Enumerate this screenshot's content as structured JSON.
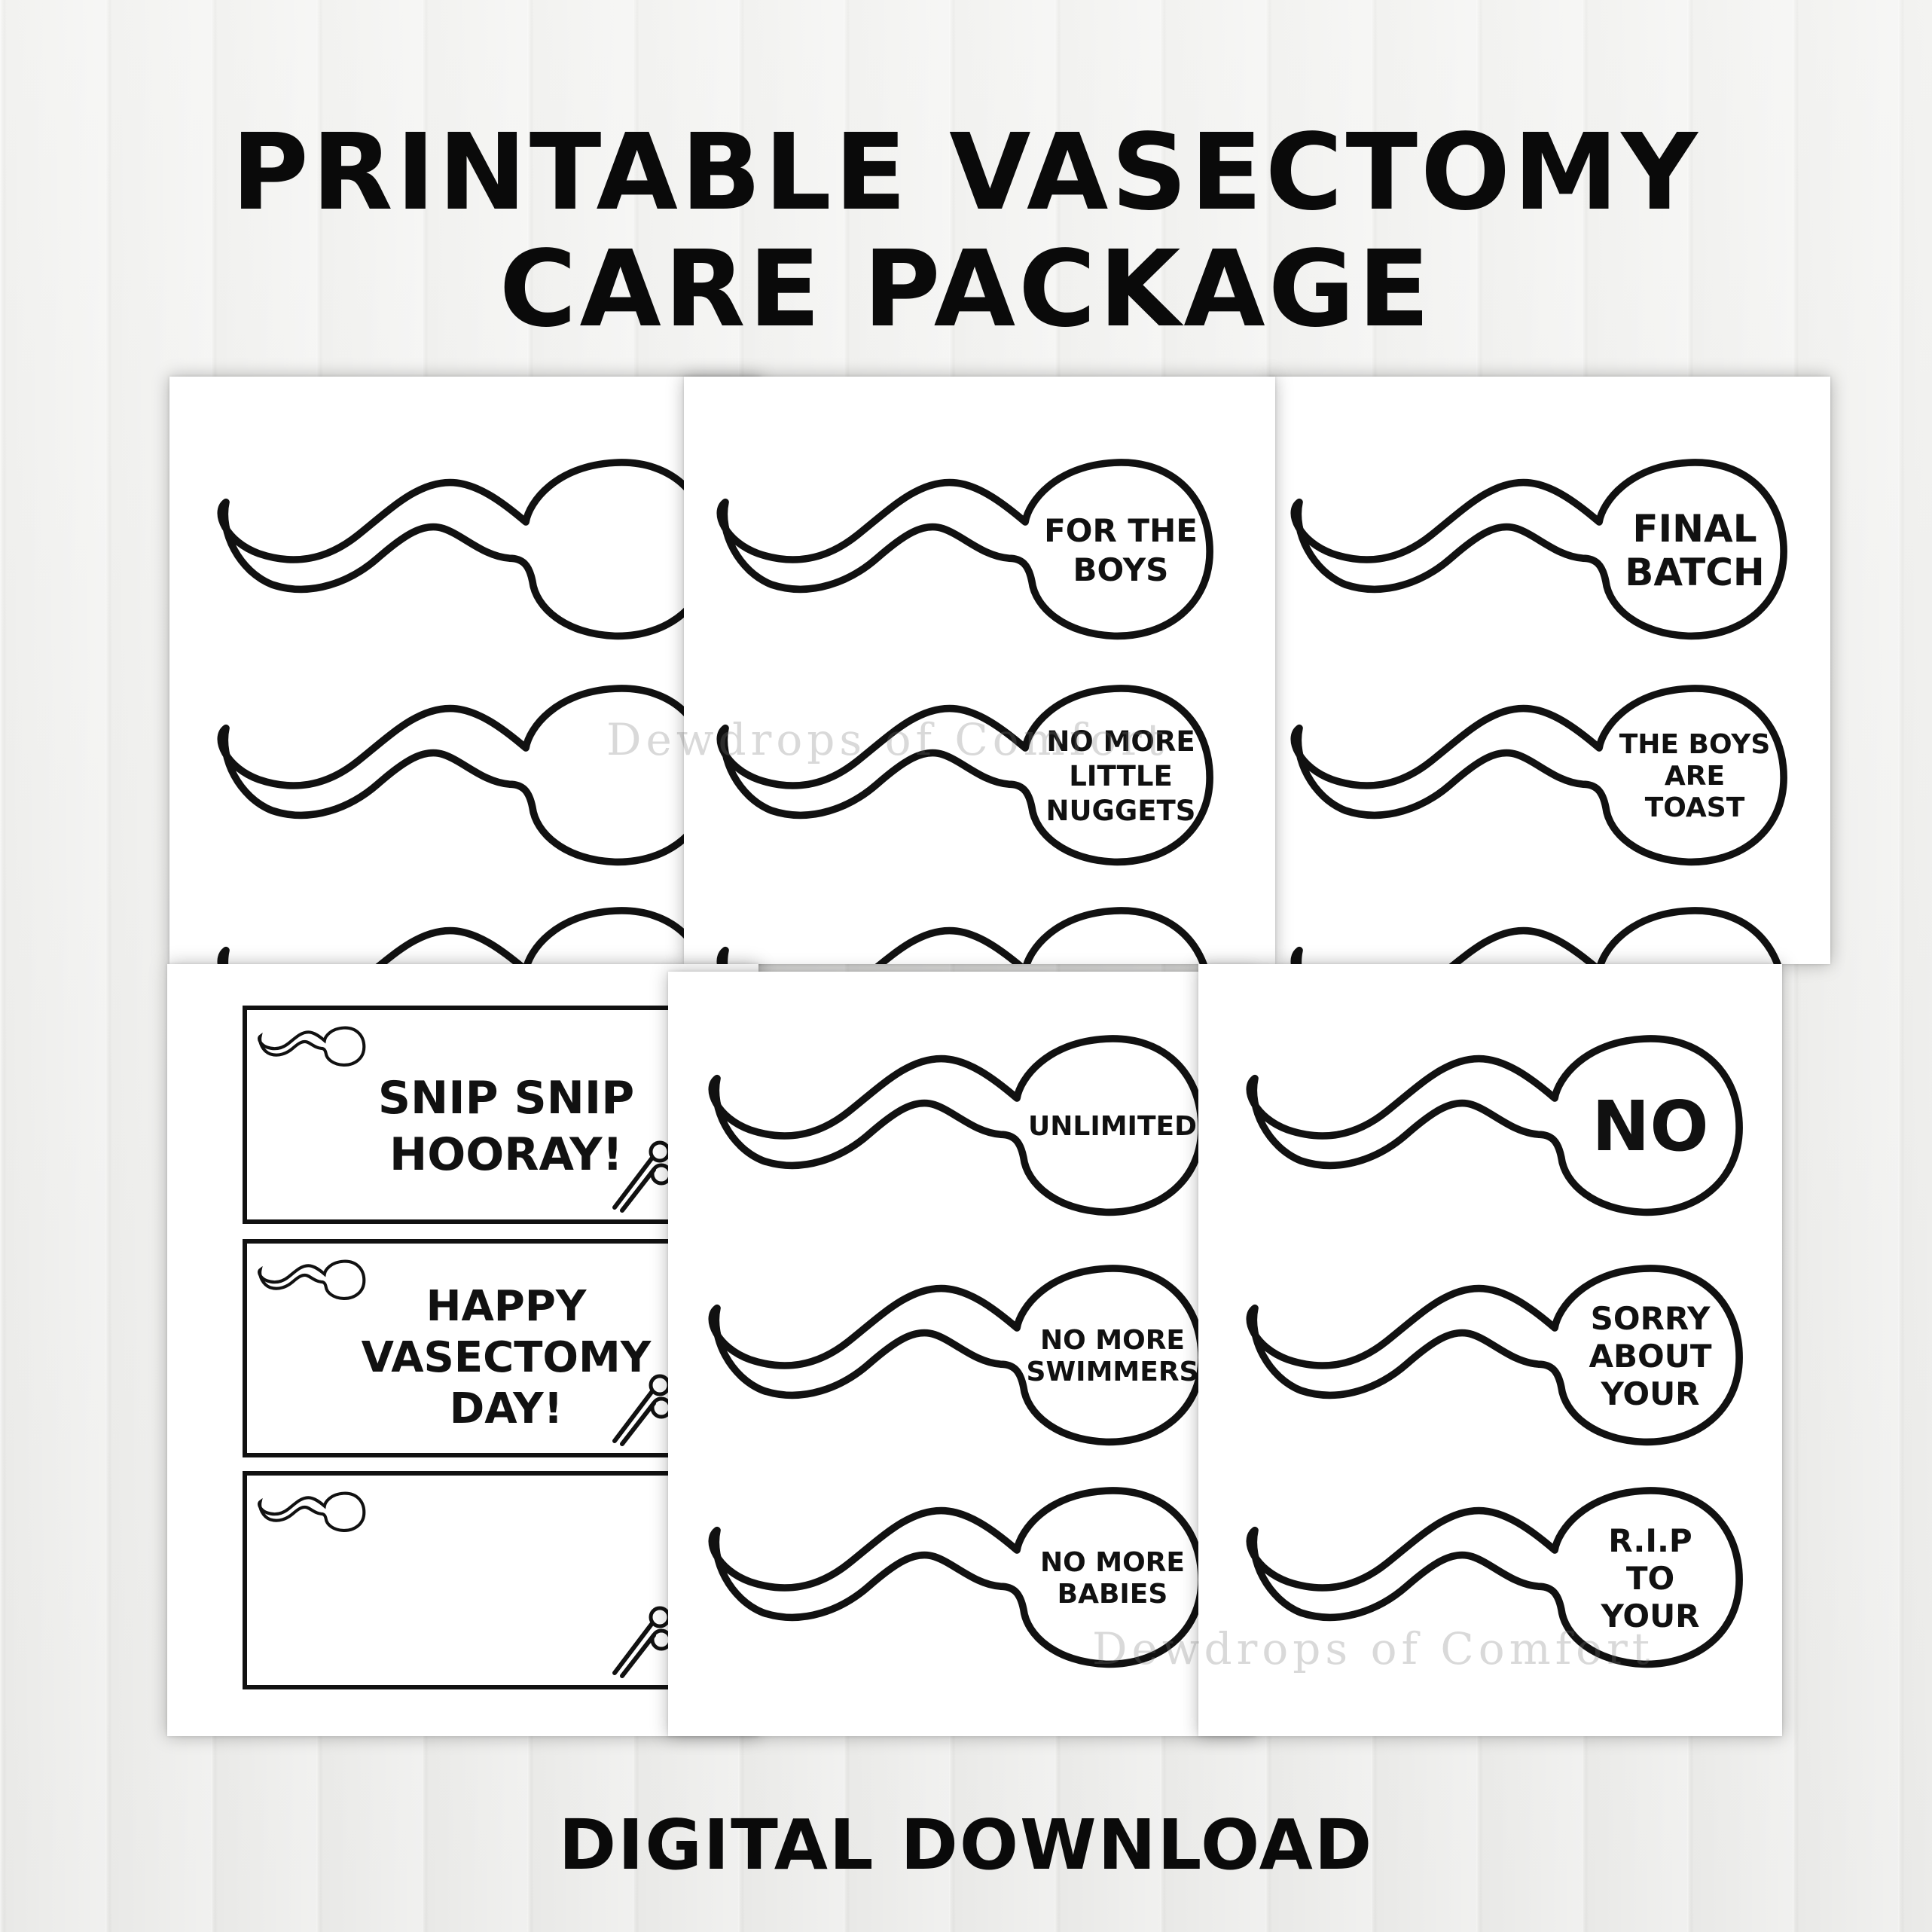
{
  "header": {
    "title_line1": "PRINTABLE VASECTOMY",
    "title_line2": "CARE PACKAGE"
  },
  "footer": {
    "text": "DIGITAL DOWNLOAD"
  },
  "watermark": "Dewdrops of Comfort",
  "sheets": {
    "top_left": {
      "labels": [
        "",
        "",
        ""
      ]
    },
    "top_middle": {
      "labels": [
        "FOR THE\nBOYS",
        "NO MORE\nLITTLE\nNUGGETS",
        "NO MORE"
      ]
    },
    "top_right": {
      "labels": [
        "FINAL\nBATCH",
        "THE BOYS\nARE TOAST",
        ""
      ]
    },
    "bottom_left": {
      "tags": [
        "SNIP SNIP\nHOORAY!",
        "HAPPY\nVASECTOMY\nDAY!",
        ""
      ]
    },
    "bottom_middle": {
      "labels": [
        "UNLIMITED",
        "NO MORE\nSWIMMERS",
        "NO MORE\nBABIES"
      ]
    },
    "bottom_right": {
      "labels": [
        "NO",
        "SORRY\nABOUT\nYOUR",
        "R.I.P\nTO\nYOUR"
      ]
    }
  },
  "colors": {
    "ink": "#111111",
    "paper": "#ffffff",
    "background": "#ededeb"
  }
}
